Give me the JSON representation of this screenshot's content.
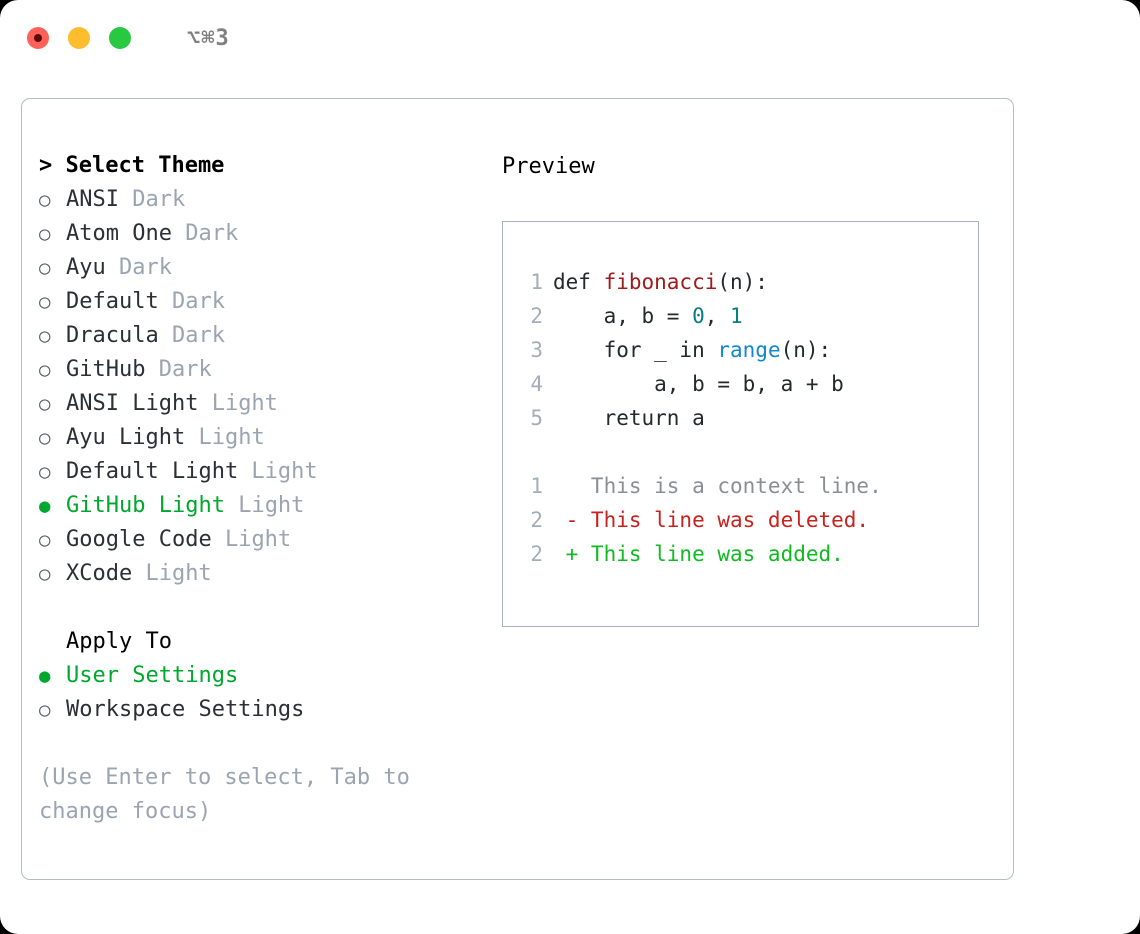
{
  "titlebar": {
    "shortcut": "⌥⌘3",
    "buttons": [
      {
        "name": "close",
        "color": "#ff6159"
      },
      {
        "name": "minimize",
        "color": "#ffbd2e"
      },
      {
        "name": "maximize",
        "color": "#28c840"
      }
    ]
  },
  "theme_list": {
    "header": "> Select Theme",
    "items": [
      {
        "marker": "○",
        "label": "ANSI",
        "suffix": "Dark",
        "selected": false
      },
      {
        "marker": "○",
        "label": "Atom One",
        "suffix": "Dark",
        "selected": false
      },
      {
        "marker": "○",
        "label": "Ayu",
        "suffix": "Dark",
        "selected": false
      },
      {
        "marker": "○",
        "label": "Default",
        "suffix": "Dark",
        "selected": false
      },
      {
        "marker": "○",
        "label": "Dracula",
        "suffix": "Dark",
        "selected": false
      },
      {
        "marker": "○",
        "label": "GitHub",
        "suffix": "Dark",
        "selected": false
      },
      {
        "marker": "○",
        "label": "ANSI Light",
        "suffix": "Light",
        "selected": false
      },
      {
        "marker": "○",
        "label": "Ayu Light",
        "suffix": "Light",
        "selected": false
      },
      {
        "marker": "○",
        "label": "Default Light",
        "suffix": "Light",
        "selected": false
      },
      {
        "marker": "●",
        "label": "GitHub Light",
        "suffix": "Light",
        "selected": true
      },
      {
        "marker": "○",
        "label": "Google Code",
        "suffix": "Light",
        "selected": false
      },
      {
        "marker": "○",
        "label": "XCode",
        "suffix": "Light",
        "selected": false
      }
    ]
  },
  "apply_to": {
    "header": "Apply To",
    "items": [
      {
        "marker": "●",
        "label": "User Settings",
        "selected": true
      },
      {
        "marker": "○",
        "label": "Workspace Settings",
        "selected": false
      }
    ]
  },
  "hint": "(Use Enter to select, Tab to change focus)",
  "preview": {
    "title": "Preview",
    "code_lines": [
      {
        "num": "1",
        "tokens": [
          {
            "t": "def ",
            "c": "kw"
          },
          {
            "t": "fibonacci",
            "c": "fn"
          },
          {
            "t": "(n):",
            "c": "plain"
          }
        ]
      },
      {
        "num": "2",
        "tokens": [
          {
            "t": "    a, b = ",
            "c": "plain"
          },
          {
            "t": "0",
            "c": "num"
          },
          {
            "t": ", ",
            "c": "plain"
          },
          {
            "t": "1",
            "c": "num"
          }
        ]
      },
      {
        "num": "3",
        "tokens": [
          {
            "t": "    for _ in ",
            "c": "kw"
          },
          {
            "t": "range",
            "c": "call"
          },
          {
            "t": "(n):",
            "c": "plain"
          }
        ]
      },
      {
        "num": "4",
        "tokens": [
          {
            "t": "        a, b = b, a + b",
            "c": "plain"
          }
        ]
      },
      {
        "num": "5",
        "tokens": [
          {
            "t": "    return a",
            "c": "kw"
          }
        ]
      }
    ],
    "diff_lines": [
      {
        "num": "1",
        "marker": " ",
        "text": " This is a context line.",
        "kind": "ctx"
      },
      {
        "num": "2",
        "marker": "-",
        "text": " This line was deleted.",
        "kind": "del"
      },
      {
        "num": "2",
        "marker": "+",
        "text": " This line was added.",
        "kind": "add"
      }
    ]
  },
  "colors": {
    "accent_green": "#00a82d",
    "muted": "#9aa5b1",
    "border": "#b4bcc8",
    "diff_add": "#11ba22",
    "diff_del": "#c9211e",
    "token_fn": "#a01b1b",
    "token_num": "#0a7d7d",
    "token_call": "#1187cd"
  }
}
